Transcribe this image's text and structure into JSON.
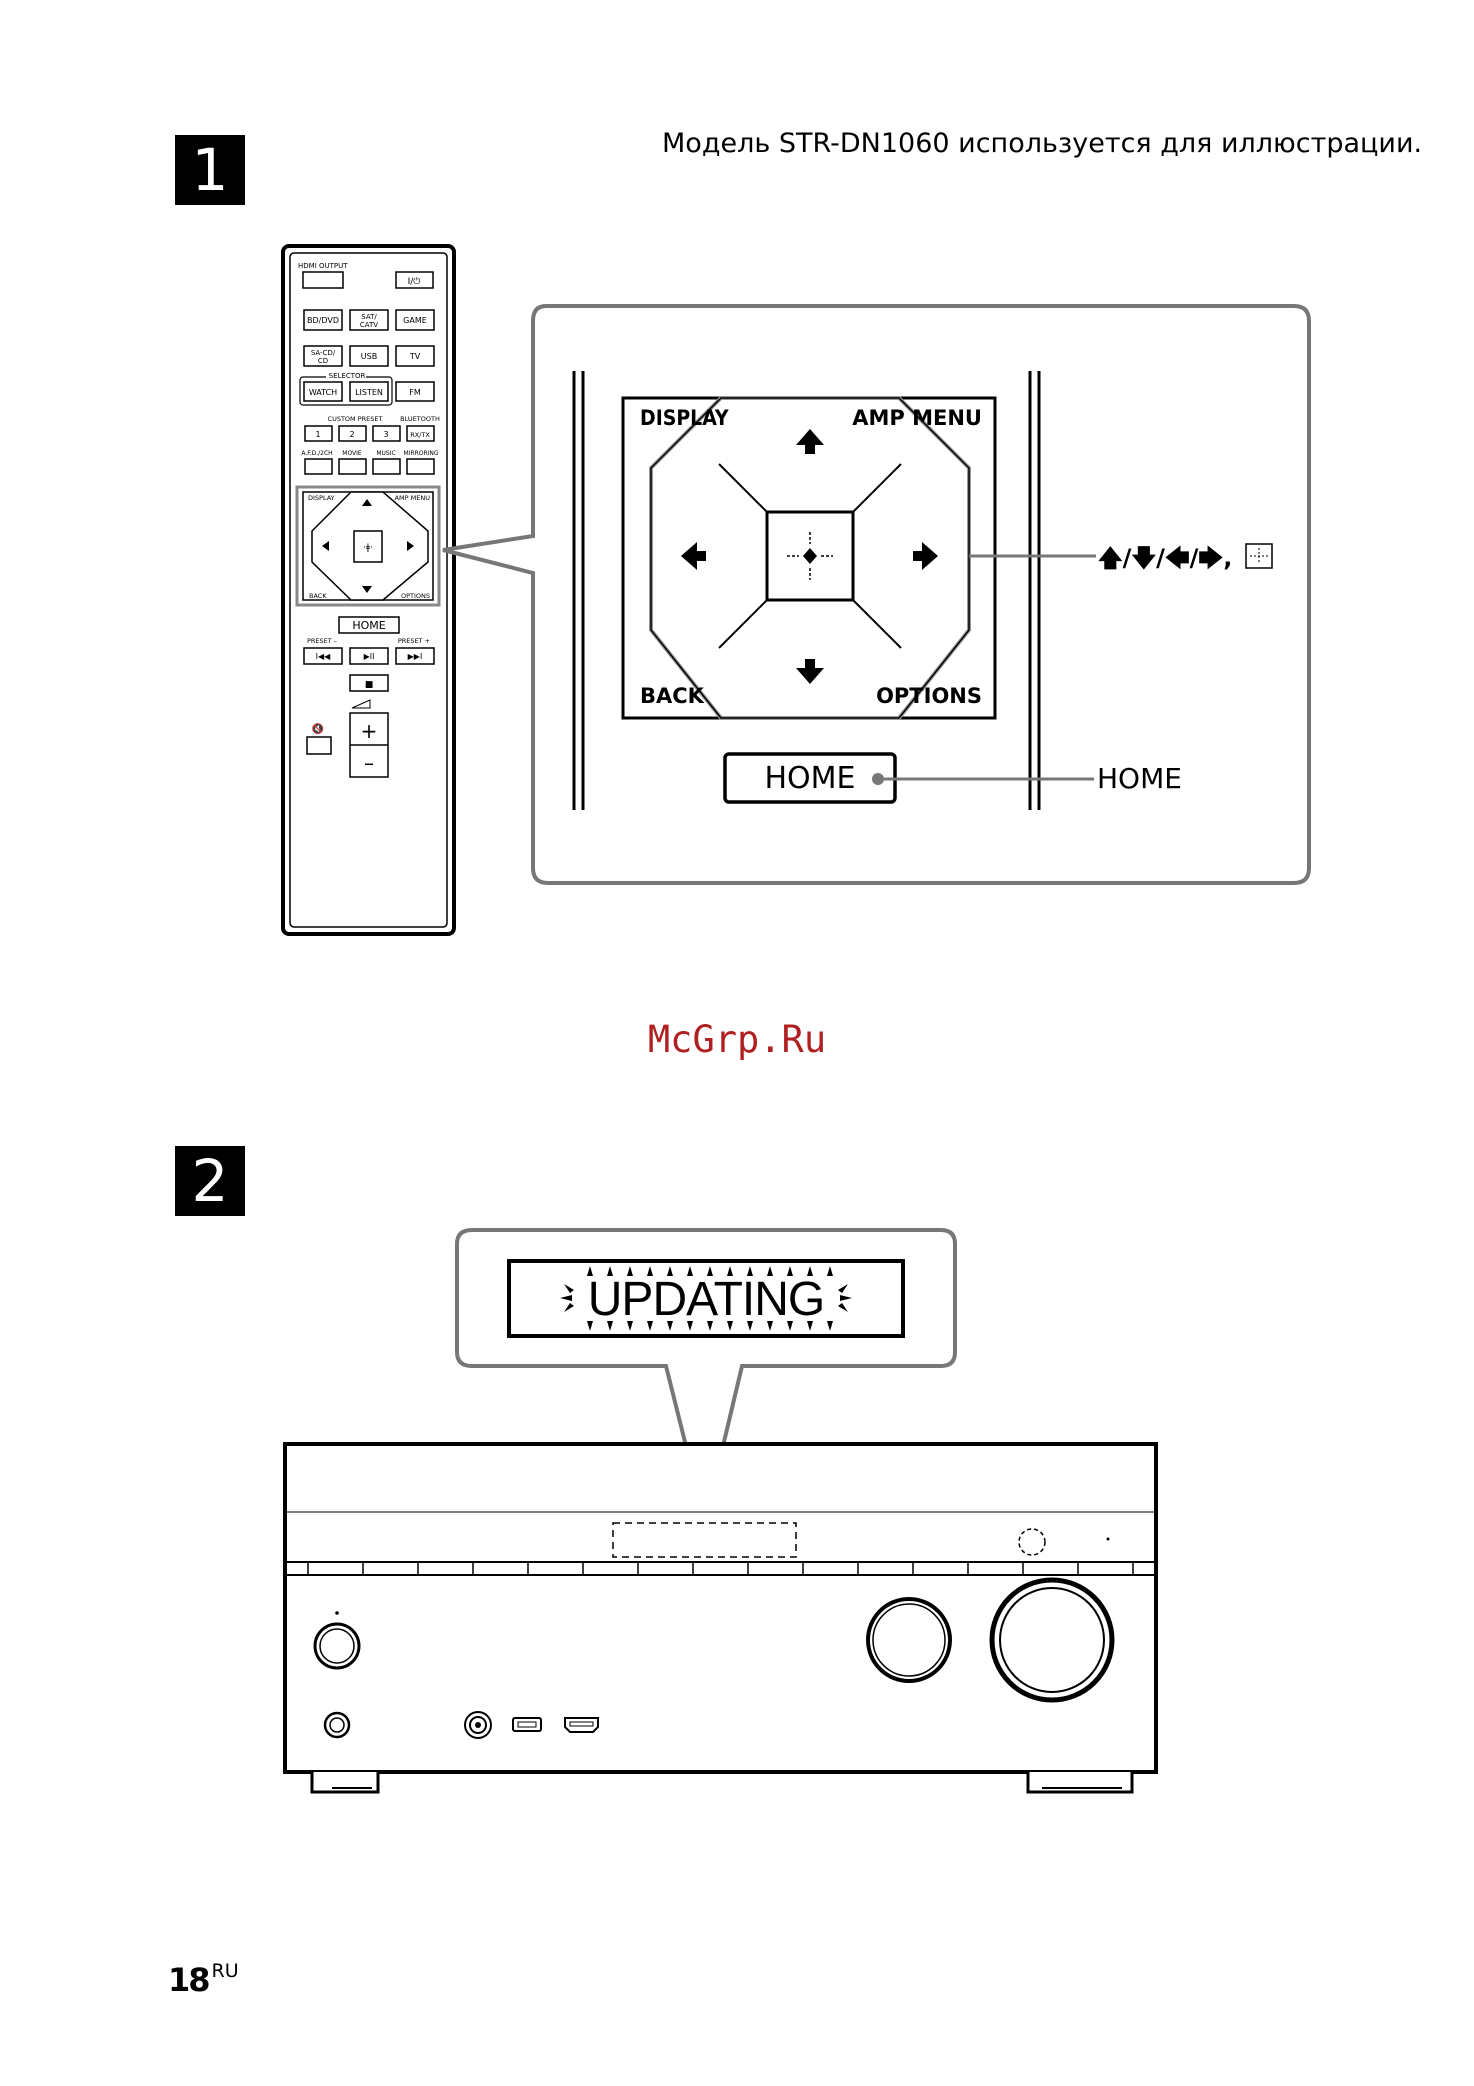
{
  "steps": {
    "first": "1",
    "second": "2"
  },
  "caption": "Модель STR-DN1060 используется для иллюстрации.",
  "watermark": "McGrp.Ru",
  "page": {
    "number": "18",
    "suffix": "RU"
  },
  "remote": {
    "hdmi_output": "HDMI OUTPUT",
    "power": "I/⏻",
    "bd_dvd": "BD/DVD",
    "sat_catv": [
      "SAT/",
      "CATV"
    ],
    "game": "GAME",
    "sa_cd": [
      "SA-CD/",
      "CD"
    ],
    "usb": "USB",
    "tv": "TV",
    "selector": "SELECTOR",
    "watch": "WATCH",
    "listen": "LISTEN",
    "fm": "FM",
    "custom_preset": "CUSTOM PRESET",
    "bluetooth": "BLUETOOTH",
    "preset_1": "1",
    "preset_2": "2",
    "preset_3": "3",
    "rx_tx": "RX/TX",
    "afd": "A.F.D./2CH",
    "movie": "MOVIE",
    "music": "MUSIC",
    "mirroring": "MIRRORING",
    "display": "DISPLAY",
    "amp_menu": "AMP MENU",
    "back": "BACK",
    "options": "OPTIONS",
    "home": "HOME",
    "preset_minus": "PRESET –",
    "preset_plus": "PRESET +",
    "prev": "I◀◀",
    "play_pause": "▶II",
    "next": "▶▶I",
    "stop": "■",
    "vol_plus": "+",
    "vol_minus": "–",
    "mute_icon": "🔇"
  },
  "zoom": {
    "display": "DISPLAY",
    "amp_menu": "AMP MENU",
    "back": "BACK",
    "options": "OPTIONS",
    "home": "HOME",
    "callout_arrows": "🡅/🡇/🡄/🡆,",
    "callout_home": "HOME"
  },
  "display_panel": {
    "text": "UPDATING"
  }
}
